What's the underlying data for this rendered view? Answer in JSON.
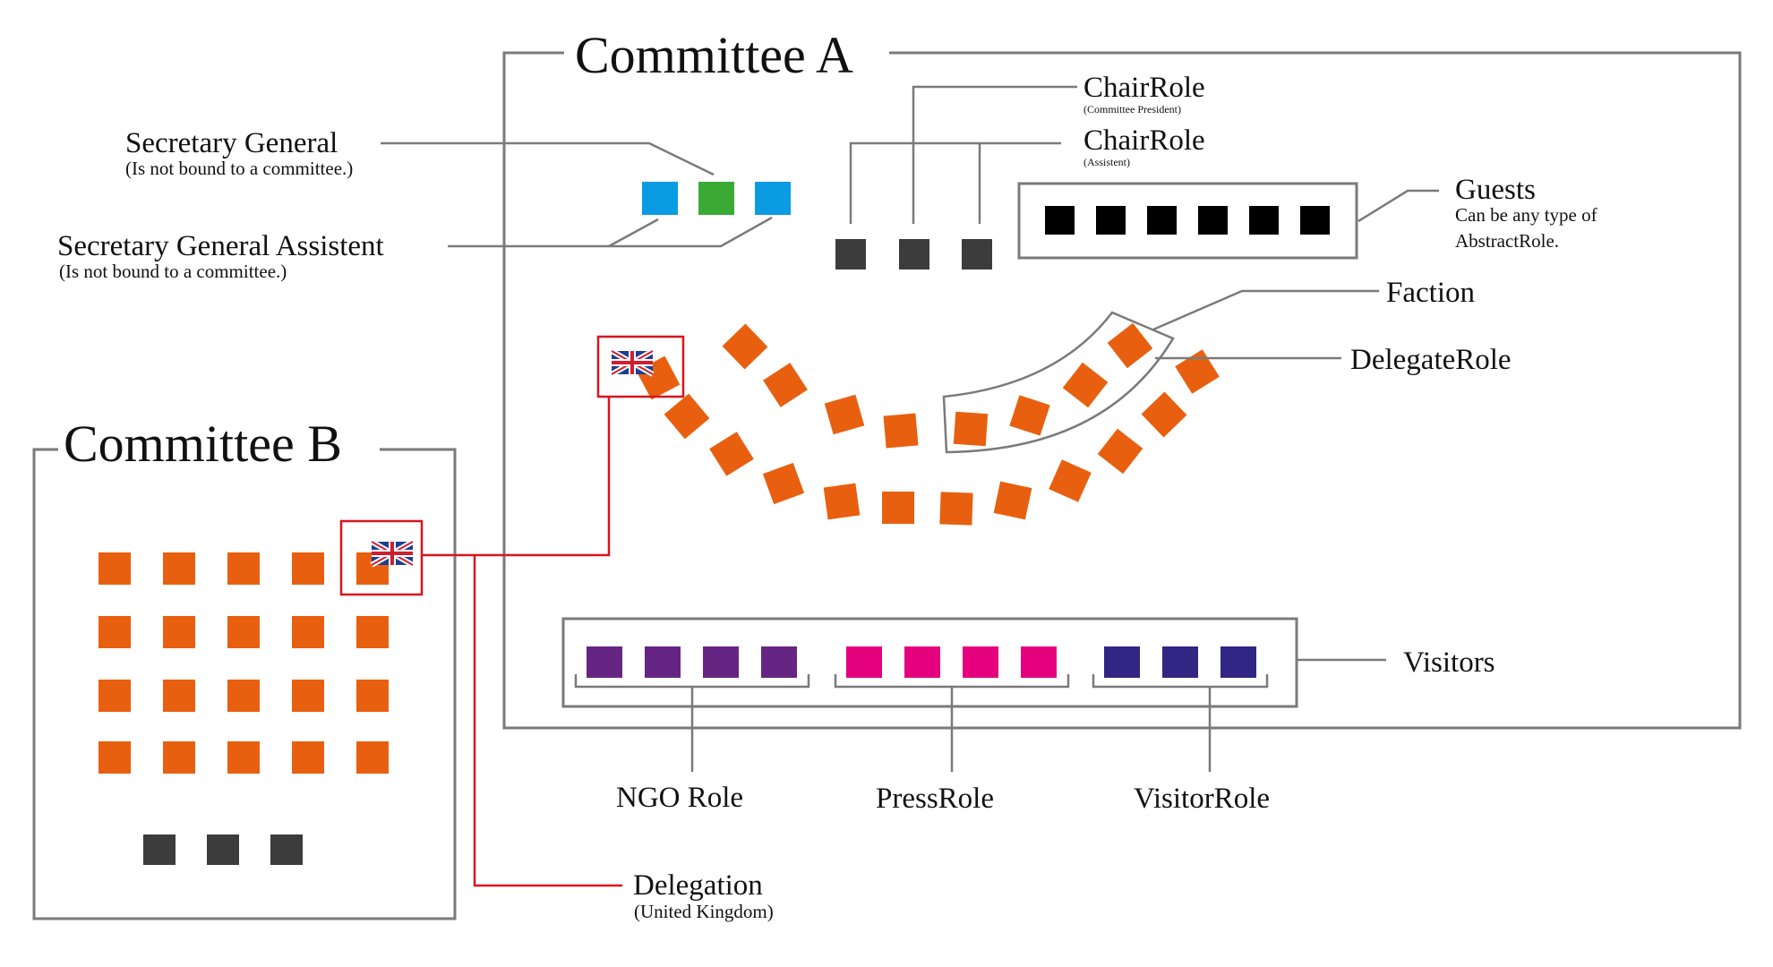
{
  "committee_a": {
    "title": "Committee A"
  },
  "committee_b": {
    "title": "Committee B"
  },
  "labels": {
    "secretary_general": {
      "title": "Secretary General",
      "note": "(Is not bound to a committee.)"
    },
    "secretary_general_assistent": {
      "title": "Secretary General Assistent",
      "note": "(Is not bound to a committee.)"
    },
    "chair_role_president": {
      "title": "ChairRole",
      "note": "(Committee President)"
    },
    "chair_role_assistent": {
      "title": "ChairRole",
      "note": "(Assistent)"
    },
    "guests": {
      "title": "Guests",
      "note_line1": "Can be any type of",
      "note_line2": "AbstractRole."
    },
    "faction": {
      "title": "Faction"
    },
    "delegate_role": {
      "title": "DelegateRole"
    },
    "visitors": {
      "title": "Visitors"
    },
    "ngo_role": {
      "title": "NGO Role"
    },
    "press_role": {
      "title": "PressRole"
    },
    "visitor_role": {
      "title": "VisitorRole"
    },
    "delegation": {
      "title": "Delegation",
      "note": "(United Kingdom)"
    }
  },
  "seat_counts": {
    "guests": 6,
    "ngo": 4,
    "press": 4,
    "visitor": 3,
    "committee_b_delegates_rows": 4,
    "committee_b_delegates_cols": 5,
    "committee_b_chairs": 3,
    "chairs": 3
  },
  "colors": {
    "frame": "#7a7a7a",
    "delegate": "#e8600f",
    "chair": "#3c3c3c",
    "guest": "#000000",
    "sg": "#0a9be3",
    "sg_main": "#3aaa35",
    "ngo": "#662583",
    "press": "#e5007e",
    "visitor": "#312683",
    "delegation": "#d9141e"
  },
  "icons": {
    "flag": "union-jack-flag-icon"
  }
}
